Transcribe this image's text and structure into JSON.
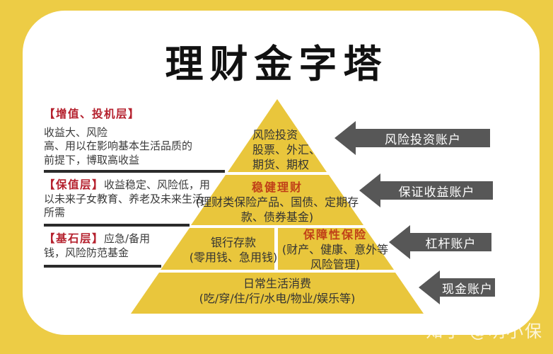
{
  "title": "理财金字塔",
  "watermark": "知乎 @明小保",
  "colors": {
    "background_yellow": "#EDCC45",
    "card_white": "#FFFFFF",
    "pyramid_yellow": "#E9C63C",
    "arrow_gray": "#575757",
    "header_red": "#B5212E",
    "accent_red": "#C04018",
    "divider_dark": "#2B2B2B",
    "body_text": "#3A3A3A"
  },
  "left": {
    "sections": [
      {
        "header": "【增值、投机层】",
        "lines": [
          "收益大、风险",
          "高、用以在影响基本生活品质的",
          "前提下，博取高收益"
        ]
      },
      {
        "header": "【保值层】",
        "body": "收益稳定、风险低，用以未来子女教育、养老及未来生活所需"
      },
      {
        "header": "【基石层】",
        "body": "应急/备用钱，风险防范基金"
      }
    ]
  },
  "pyramid": {
    "level1": {
      "lines": [
        "风险投资",
        "股票、外汇、",
        "期货、期权"
      ]
    },
    "level2": {
      "title": "稳健理财",
      "body": "(理财类保险产品、国债、定期存款、债券基金)"
    },
    "level3_left": {
      "title": "银行存款",
      "body": "(零用钱、急用钱)"
    },
    "level3_right": {
      "title": "保障性保险",
      "body": "(财产、健康、意外等风险管理)"
    },
    "level4": {
      "title": "日常生活消费",
      "body": "(吃/穿/住/行/水电/物业/娱乐等)"
    }
  },
  "arrows": [
    {
      "label": "风险投资账户"
    },
    {
      "label": "保证收益账户"
    },
    {
      "label": "杠杆账户"
    },
    {
      "label": "现金账户"
    }
  ]
}
